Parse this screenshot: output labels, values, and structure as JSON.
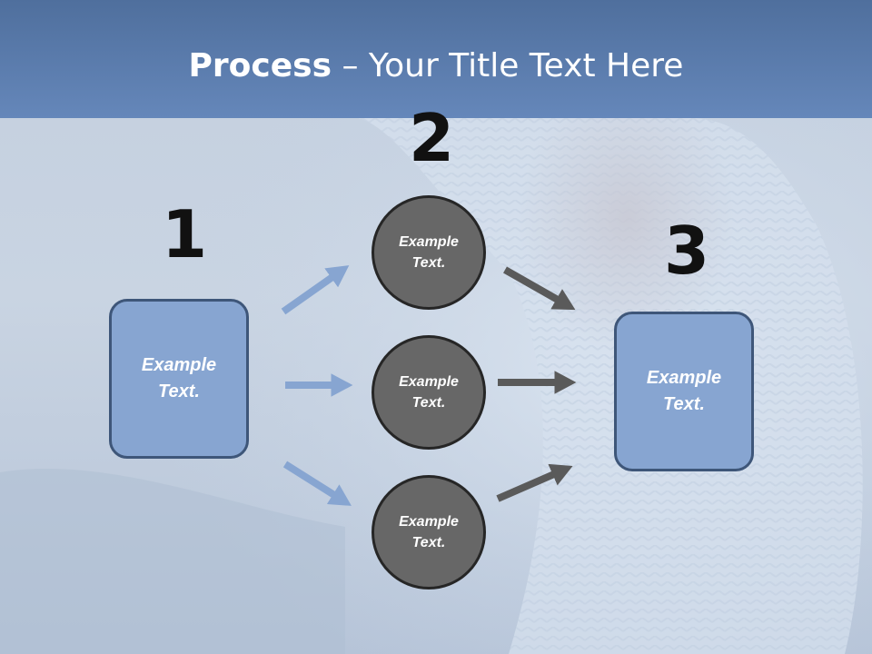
{
  "slide": {
    "title_bold": "Process",
    "title_rest": " – Your Title Text Here"
  },
  "steps": {
    "step1_number": "1",
    "step2_number": "2",
    "step3_number": "3",
    "left_box_text": "Example\nText.",
    "right_box_text": "Example\nText.",
    "circle_top_text": "Example\nText.",
    "circle_middle_text": "Example\nText.",
    "circle_bottom_text": "Example\nText."
  },
  "colors": {
    "header": "#5f80b2",
    "box_fill": "#87a5d1",
    "box_border": "#3e5679",
    "circle_fill": "#676767",
    "blue_arrow": "#87a5d1",
    "gray_arrow": "#5a5a5a"
  }
}
